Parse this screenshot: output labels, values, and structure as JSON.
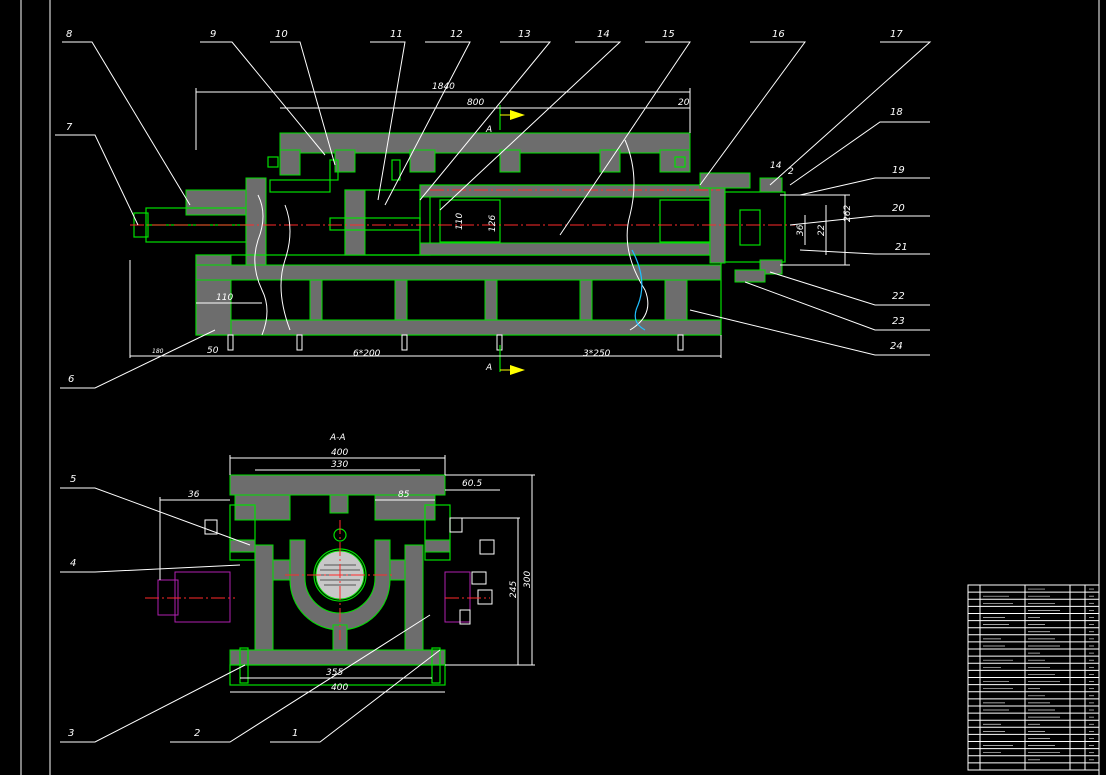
{
  "callouts": [
    "1",
    "2",
    "3",
    "4",
    "5",
    "6",
    "7",
    "8",
    "9",
    "10",
    "11",
    "12",
    "13",
    "14",
    "15",
    "16",
    "17",
    "18",
    "19",
    "20",
    "21",
    "22",
    "23",
    "24"
  ],
  "section_label": "A-A",
  "section_markers": [
    "A",
    "A"
  ],
  "main_view_dims": {
    "overall": "1840",
    "upper": "800",
    "short": "20",
    "left": "110",
    "base_50": "50",
    "base_spans_1": "6*200",
    "base_spans_2": "3*250",
    "end_14": "14",
    "end_2": "2",
    "d36": "36",
    "d262": "262",
    "d22": "22",
    "d126": "126",
    "d110": "110",
    "small_180": "180"
  },
  "section_view_dims": {
    "w400_top": "400",
    "w330": "330",
    "d36": "36",
    "d85": "85",
    "d60_5": "60.5",
    "h245": "245",
    "h300": "300",
    "w355": "355",
    "w400_bottom": "400"
  },
  "colors": {
    "background": "#000000",
    "outline": "#00e000",
    "hatch": "#6d6d6d",
    "centerline": "#ff2a2a",
    "leader": "#ffffff",
    "motor": "#b020b0",
    "cable": "#20c0ff"
  }
}
